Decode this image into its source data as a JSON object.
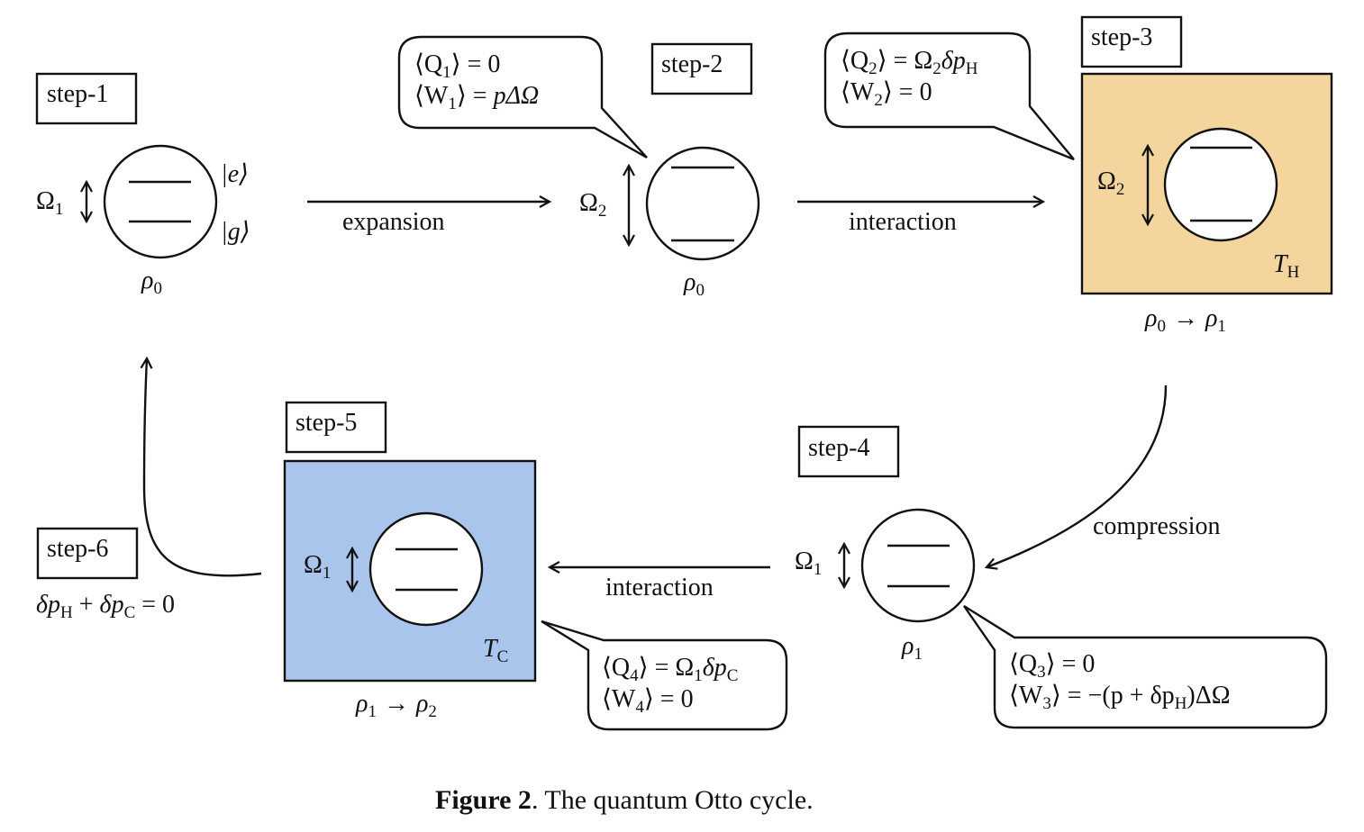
{
  "colors": {
    "hot_bath": "#f3d59d",
    "cold_bath": "#aac5ec",
    "line": "#111111"
  },
  "steps": {
    "s1": {
      "label": "step-1",
      "omega": "Ω",
      "omega_sub": "1",
      "ket_e": "|e⟩",
      "ket_g": "|g⟩",
      "state": "ρ",
      "state_sub": "0"
    },
    "s2": {
      "label": "step-2",
      "omega": "Ω",
      "omega_sub": "2",
      "state": "ρ",
      "state_sub": "0"
    },
    "s3": {
      "label": "step-3",
      "omega": "Ω",
      "omega_sub": "2",
      "bath": "T",
      "bath_sub": "H",
      "state_a": "ρ",
      "state_a_sub": "0",
      "arrow": "→",
      "state_b": "ρ",
      "state_b_sub": "1"
    },
    "s4": {
      "label": "step-4",
      "omega": "Ω",
      "omega_sub": "1",
      "state": "ρ",
      "state_sub": "1"
    },
    "s5": {
      "label": "step-5",
      "omega": "Ω",
      "omega_sub": "1",
      "bath": "T",
      "bath_sub": "C",
      "state_a": "ρ",
      "state_a_sub": "1",
      "arrow": "→",
      "state_b": "ρ",
      "state_b_sub": "2"
    },
    "s6": {
      "label": "step-6",
      "eq_a": "δp",
      "eq_a_sub": "H",
      "plus": " + ",
      "eq_b": "δp",
      "eq_b_sub": "C",
      "eq_rest": " = 0"
    }
  },
  "transitions": {
    "expansion": "expansion",
    "interaction_top": "interaction",
    "compression": "compression",
    "interaction_bottom": "interaction"
  },
  "callouts": {
    "c1": {
      "q_pre": "⟨Q",
      "q_sub": "1",
      "q_post": "⟩ = 0",
      "w_pre": "⟨W",
      "w_sub": "1",
      "w_post": "⟩ = ",
      "w_val": "pΔΩ"
    },
    "c2": {
      "q_pre": "⟨Q",
      "q_sub": "2",
      "q_post": "⟩ = Ω",
      "q_sub2": "2",
      "q_val": "δp",
      "q_sub3": "H",
      "w_pre": "⟨W",
      "w_sub": "2",
      "w_post": "⟩ = 0"
    },
    "c3": {
      "q_pre": "⟨Q",
      "q_sub": "3",
      "q_post": "⟩ = 0",
      "w_pre": "⟨W",
      "w_sub": "3",
      "w_post": "⟩ = −(p + δp",
      "w_sub2": "H",
      "w_tail": ")ΔΩ"
    },
    "c4": {
      "q_pre": "⟨Q",
      "q_sub": "4",
      "q_post": "⟩ = Ω",
      "q_sub2": "1",
      "q_val": "δp",
      "q_sub3": "C",
      "w_pre": "⟨W",
      "w_sub": "4",
      "w_post": "⟩ = 0"
    }
  },
  "caption": {
    "bold": "Figure 2",
    "rest": ". The quantum Otto cycle."
  }
}
